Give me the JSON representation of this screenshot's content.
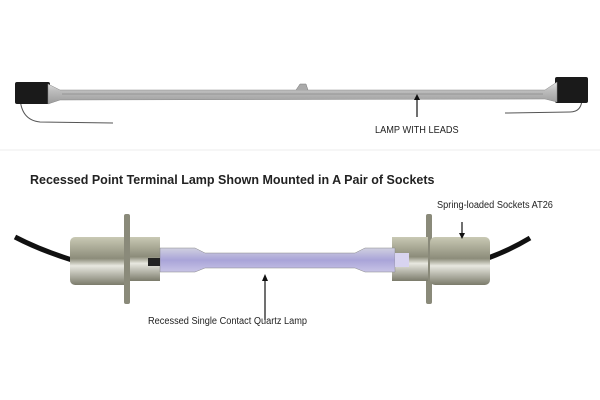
{
  "top_diagram": {
    "label": "LAMP WITH LEADS"
  },
  "bottom_diagram": {
    "title": "Recessed Point Terminal Lamp Shown Mounted in A Pair of Sockets",
    "socket_label": "Spring-loaded Sockets AT26",
    "lamp_label": "Recessed Single Contact Quartz Lamp"
  }
}
